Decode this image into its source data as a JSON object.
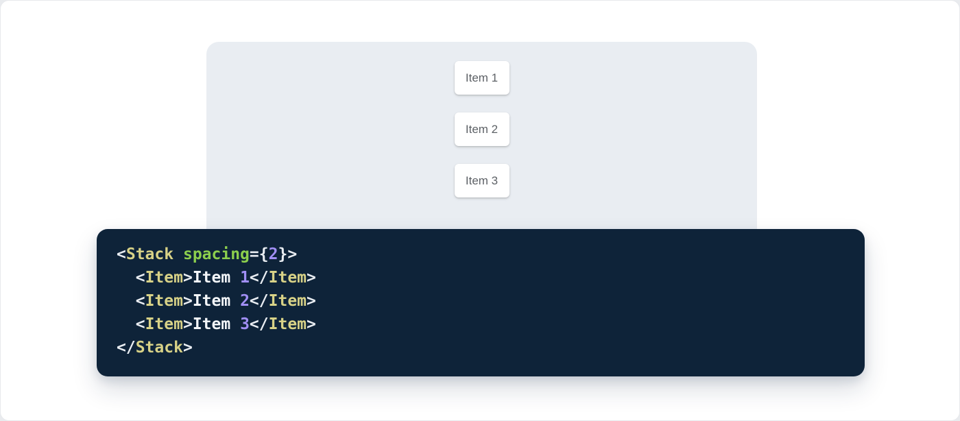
{
  "colors": {
    "outer-bg": "#e9ebee",
    "page-bg": "#ffffff",
    "page-border": "#e7e9ec",
    "panel-bg": "#e9edf2",
    "card-bg": "#ffffff",
    "card-text": "#5d6166",
    "code-bg": "#0e2339"
  },
  "demo": {
    "items": [
      "Item 1",
      "Item 2",
      "Item 3"
    ]
  },
  "code": {
    "token_colors": {
      "tag": "#d8d287",
      "attr": "#8ccf4d",
      "punct": "#e9edf2",
      "number": "#a18ff5",
      "plain": "#f3f6f9"
    },
    "lines": [
      {
        "tokens": [
          {
            "t": "<",
            "c": "punct"
          },
          {
            "t": "Stack",
            "c": "tag"
          },
          {
            "t": " ",
            "c": "plain"
          },
          {
            "t": "spacing",
            "c": "attr"
          },
          {
            "t": "=",
            "c": "punct"
          },
          {
            "t": "{",
            "c": "punct"
          },
          {
            "t": "2",
            "c": "number"
          },
          {
            "t": "}",
            "c": "punct"
          },
          {
            "t": ">",
            "c": "punct"
          }
        ]
      },
      {
        "tokens": [
          {
            "t": "  ",
            "c": "plain"
          },
          {
            "t": "<",
            "c": "punct"
          },
          {
            "t": "Item",
            "c": "tag"
          },
          {
            "t": ">",
            "c": "punct"
          },
          {
            "t": "Item ",
            "c": "plain"
          },
          {
            "t": "1",
            "c": "number"
          },
          {
            "t": "</",
            "c": "punct"
          },
          {
            "t": "Item",
            "c": "tag"
          },
          {
            "t": ">",
            "c": "punct"
          }
        ]
      },
      {
        "tokens": [
          {
            "t": "  ",
            "c": "plain"
          },
          {
            "t": "<",
            "c": "punct"
          },
          {
            "t": "Item",
            "c": "tag"
          },
          {
            "t": ">",
            "c": "punct"
          },
          {
            "t": "Item ",
            "c": "plain"
          },
          {
            "t": "2",
            "c": "number"
          },
          {
            "t": "</",
            "c": "punct"
          },
          {
            "t": "Item",
            "c": "tag"
          },
          {
            "t": ">",
            "c": "punct"
          }
        ]
      },
      {
        "tokens": [
          {
            "t": "  ",
            "c": "plain"
          },
          {
            "t": "<",
            "c": "punct"
          },
          {
            "t": "Item",
            "c": "tag"
          },
          {
            "t": ">",
            "c": "punct"
          },
          {
            "t": "Item ",
            "c": "plain"
          },
          {
            "t": "3",
            "c": "number"
          },
          {
            "t": "</",
            "c": "punct"
          },
          {
            "t": "Item",
            "c": "tag"
          },
          {
            "t": ">",
            "c": "punct"
          }
        ]
      },
      {
        "tokens": [
          {
            "t": "</",
            "c": "punct"
          },
          {
            "t": "Stack",
            "c": "tag"
          },
          {
            "t": ">",
            "c": "punct"
          }
        ]
      }
    ]
  }
}
